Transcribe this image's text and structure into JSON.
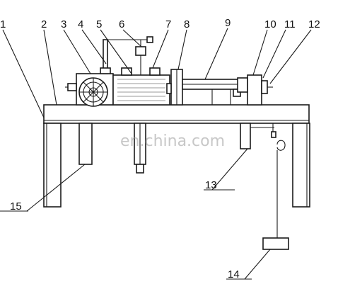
{
  "watermark": "en.china.com",
  "labels": [
    {
      "id": "1",
      "text": "1"
    },
    {
      "id": "2",
      "text": "2"
    },
    {
      "id": "3",
      "text": "3"
    },
    {
      "id": "4",
      "text": "4"
    },
    {
      "id": "5",
      "text": "5"
    },
    {
      "id": "6",
      "text": "6"
    },
    {
      "id": "7",
      "text": "7"
    },
    {
      "id": "8",
      "text": "8"
    },
    {
      "id": "9",
      "text": "9"
    },
    {
      "id": "10",
      "text": "10"
    },
    {
      "id": "11",
      "text": "11"
    },
    {
      "id": "12",
      "text": "12"
    },
    {
      "id": "13",
      "text": "13"
    },
    {
      "id": "14",
      "text": "14"
    },
    {
      "id": "15",
      "text": "15"
    }
  ],
  "colors": {
    "line": "#1a1a1a",
    "background": "#ffffff",
    "watermark": "#9a9a9a"
  }
}
